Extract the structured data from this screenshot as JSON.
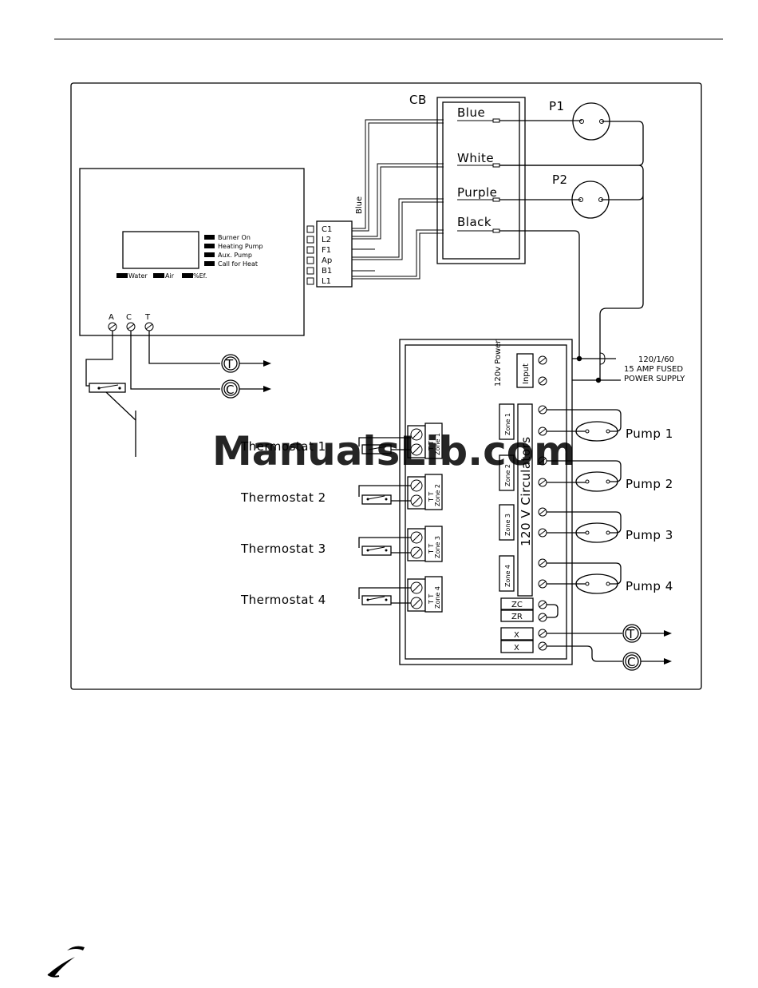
{
  "control_board": {
    "indicators": [
      "Burner On",
      "Heating Pump",
      "Aux. Pump",
      "Call for Heat"
    ],
    "bottom_indicators": [
      "Water",
      "Air",
      "%Ef."
    ],
    "terminals": [
      "C1",
      "L2",
      "F1",
      "Ap",
      "B1",
      "L1"
    ],
    "thermostat_terminals": [
      "A",
      "C",
      "T"
    ],
    "blue_wire_label": "Blue"
  },
  "cb": {
    "label": "CB",
    "wires": [
      "Blue",
      "White",
      "Purple",
      "Black"
    ]
  },
  "pumps_top": [
    "P1",
    "P2"
  ],
  "power_supply": {
    "line1": "120/1/60",
    "line2": "15 AMP FUSED",
    "line3": "POWER SUPPLY"
  },
  "zone_panel": {
    "power_label": "120v Power",
    "input_label": "Input",
    "circulators_label": "120 V Circulators",
    "zones": [
      "Zone 1",
      "Zone 2",
      "Zone 3",
      "Zone 4"
    ],
    "tt_label": "T T",
    "zc": "ZC",
    "zr": "ZR",
    "x1": "X",
    "x2": "X"
  },
  "thermostats": [
    "Thermostat 1",
    "Thermostat 2",
    "Thermostat 3",
    "Thermostat 4"
  ],
  "pumps": [
    "Pump 1",
    "Pump 2",
    "Pump 3",
    "Pump 4"
  ],
  "circle_labels": {
    "t": "T",
    "c": "C"
  },
  "watermark": "ManualsLib.com"
}
